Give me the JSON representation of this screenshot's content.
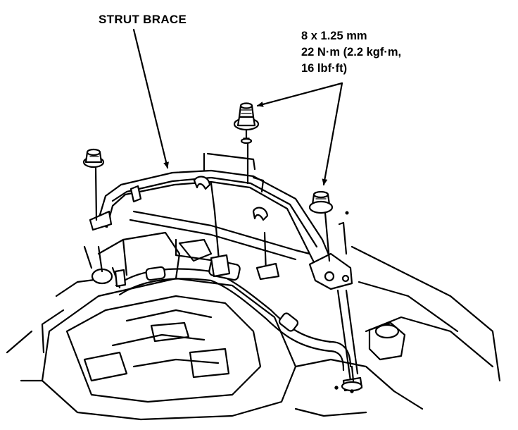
{
  "labels": {
    "strut_brace": "STRUT BRACE",
    "fastener_spec": [
      "8 x 1.25 mm",
      "22 N·m (2.2 kgf·m,",
      "16 lbf·ft)"
    ]
  },
  "colors": {
    "ink": "#000000",
    "paper": "#ffffff"
  }
}
